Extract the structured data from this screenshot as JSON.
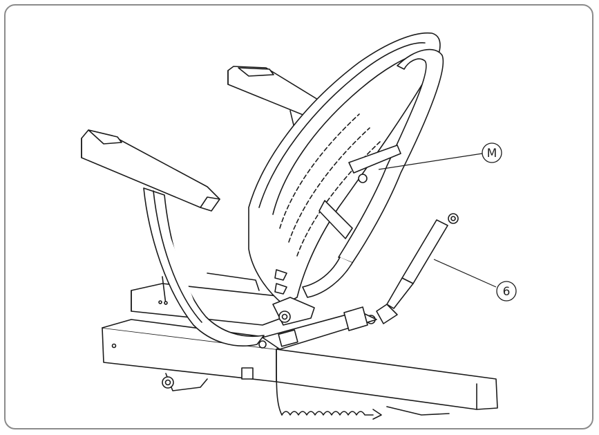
{
  "diagram": {
    "callouts": [
      {
        "id": "m",
        "label": "M"
      },
      {
        "id": "six",
        "label": "6"
      }
    ],
    "colors": {
      "line": "#1a1a1a",
      "frame": "#8a8a8a",
      "fill": "#ffffff"
    }
  }
}
